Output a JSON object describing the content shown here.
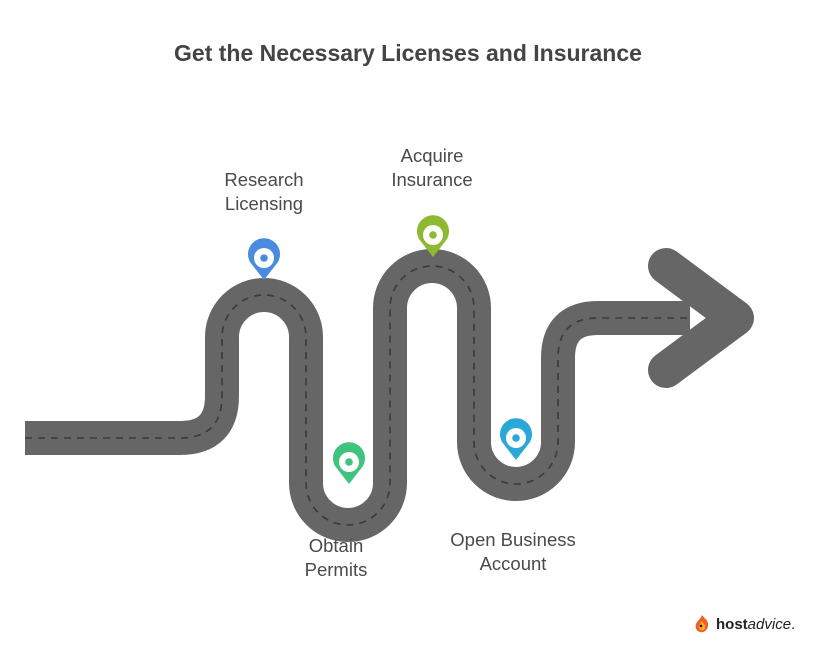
{
  "title": "Get the Necessary Licenses and Insurance",
  "steps": [
    {
      "line1": "Research",
      "line2": "Licensing",
      "color": "#4a8be0"
    },
    {
      "line1": "Obtain",
      "line2": "Permits",
      "color": "#3ec47f"
    },
    {
      "line1": "Acquire",
      "line2": "Insurance",
      "color": "#8dba30"
    },
    {
      "line1": "Open Business",
      "line2": "Account",
      "color": "#2aa8d8"
    }
  ],
  "colors": {
    "road": "#666666",
    "dash": "#3a3a3a"
  },
  "logo": {
    "host": "host",
    "advice": "advice",
    "dot": ".",
    "icon": "flame-mascot-icon"
  }
}
